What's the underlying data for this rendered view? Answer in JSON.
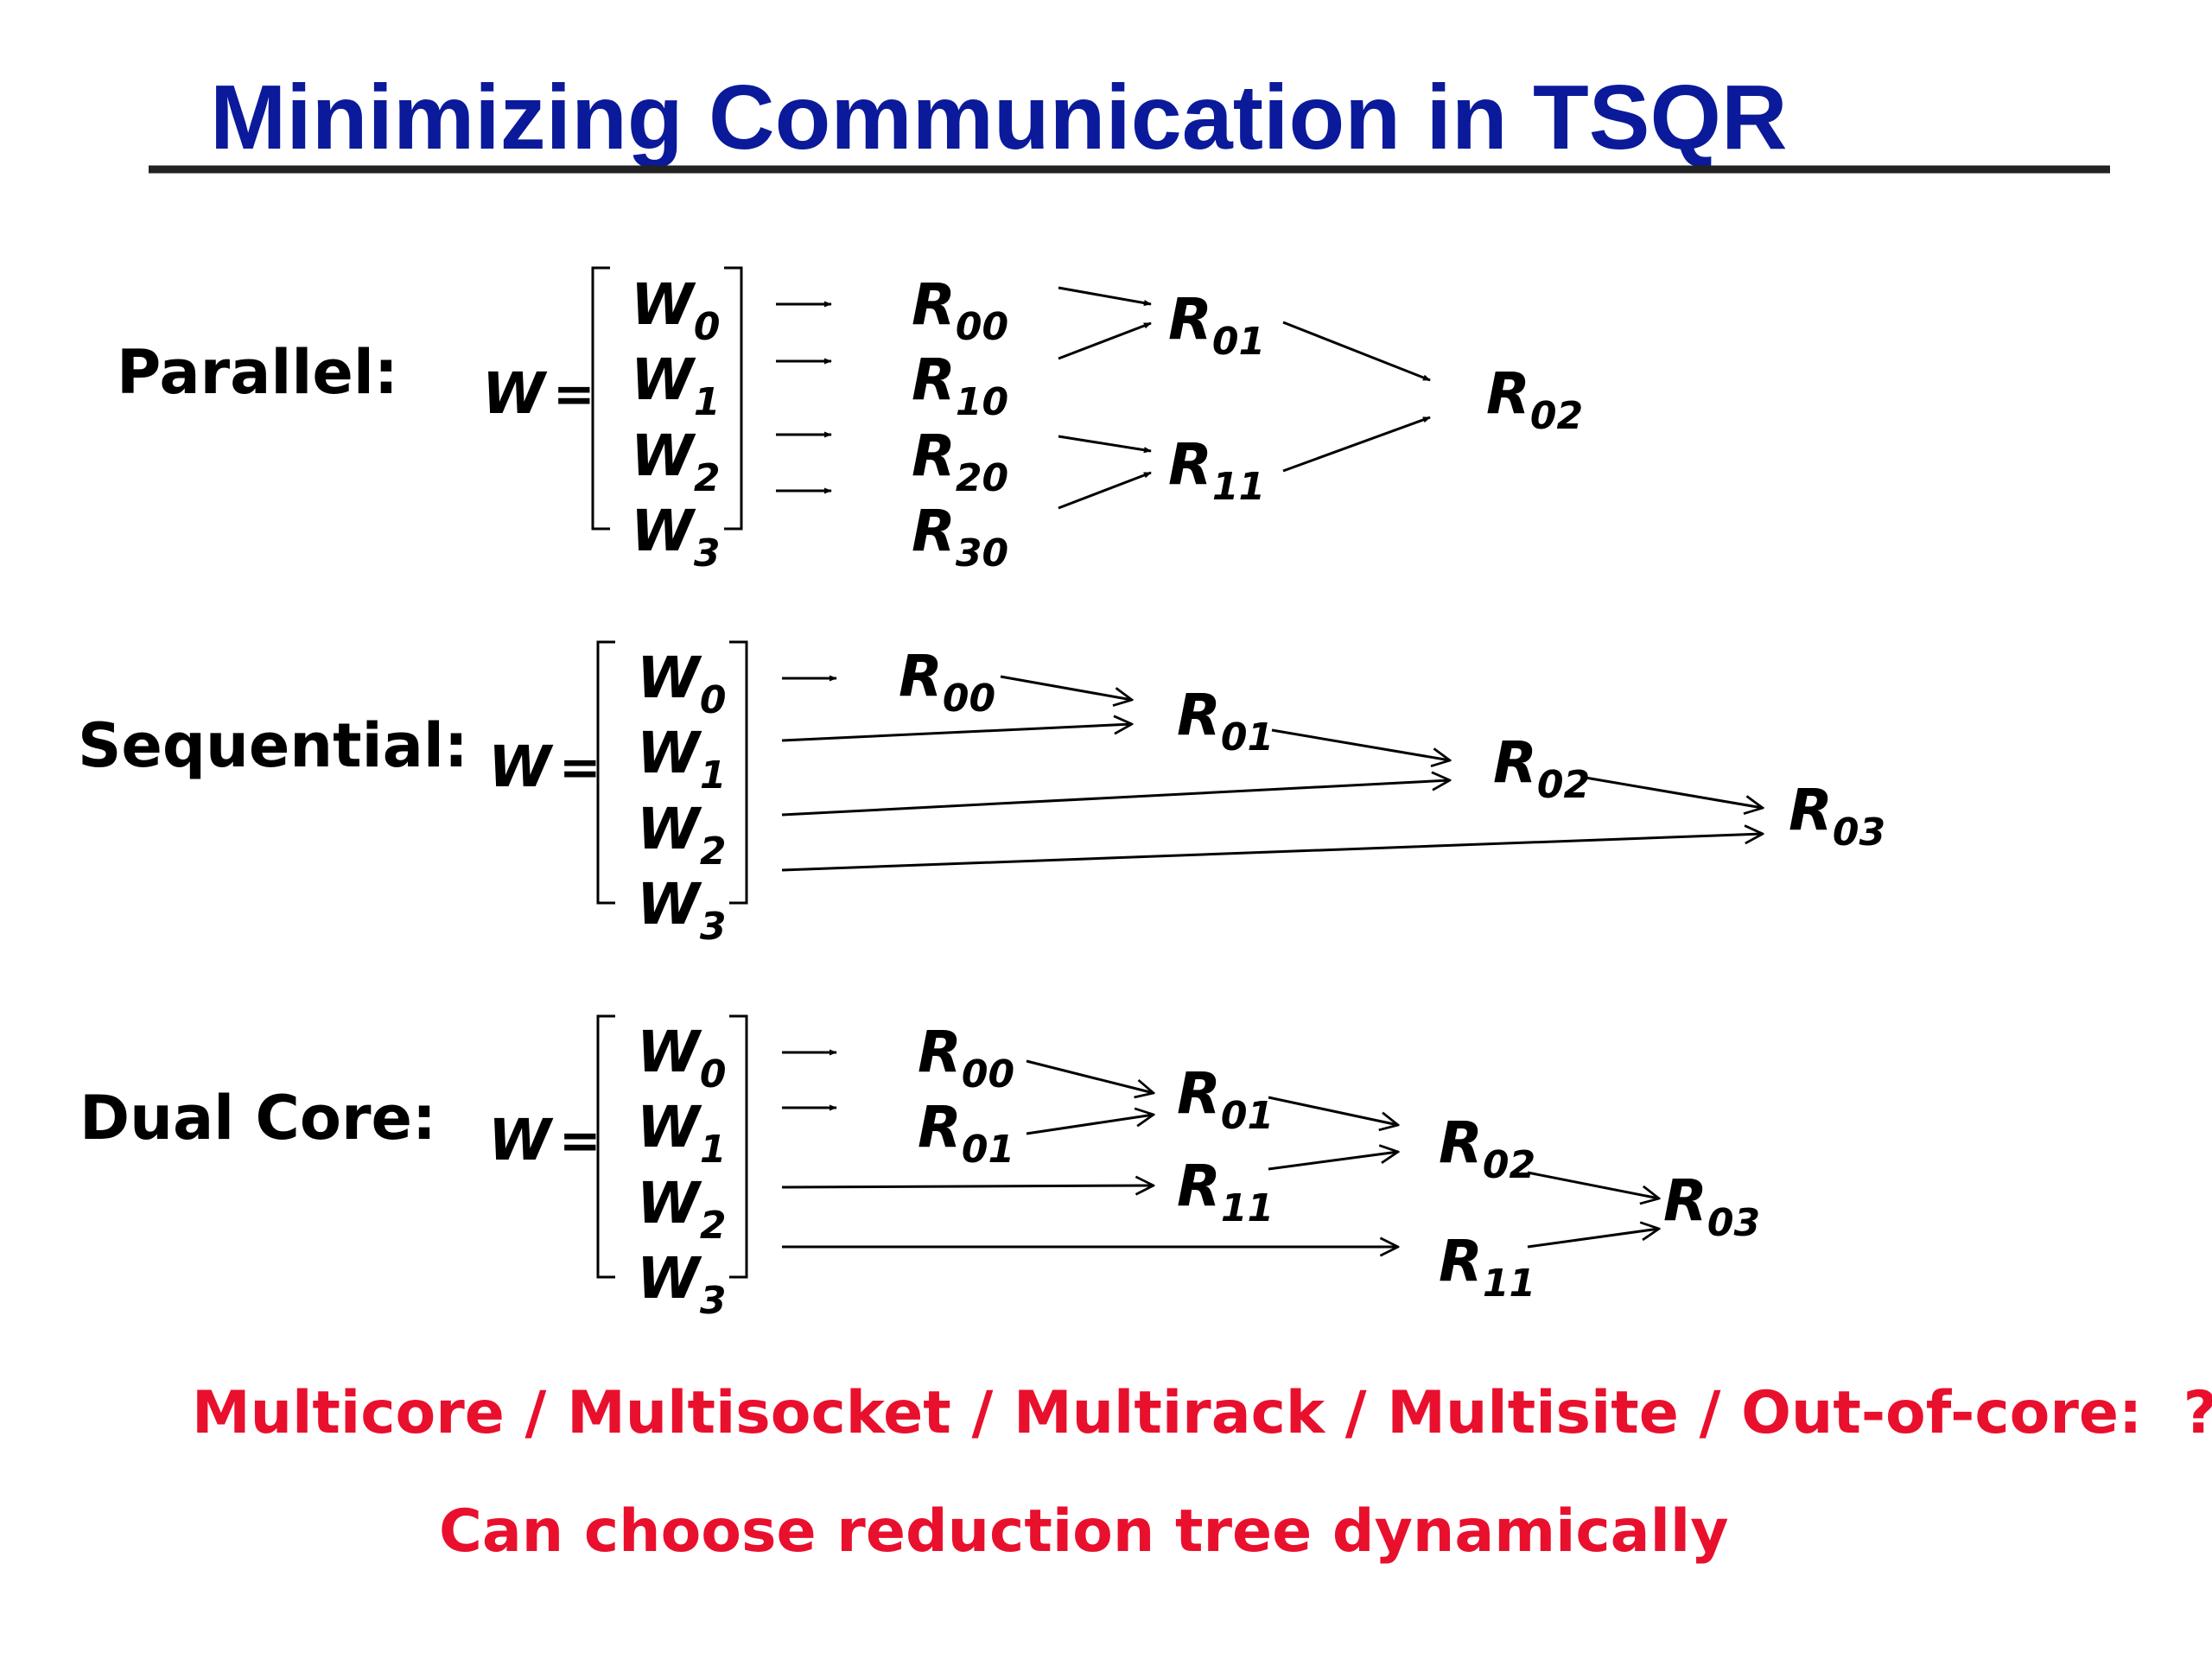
{
  "title": "Minimizing Communication in TSQR",
  "colors": {
    "title": "#0a1a9a",
    "accent_red": "#e8102d",
    "rule": "#222222",
    "ink": "#000000"
  },
  "sections": {
    "parallel": {
      "label": "Parallel:",
      "matrix_name": "W",
      "equals": "=",
      "blocks": [
        {
          "base": "W",
          "sub": "0"
        },
        {
          "base": "W",
          "sub": "1"
        },
        {
          "base": "W",
          "sub": "2"
        },
        {
          "base": "W",
          "sub": "3"
        }
      ],
      "nodes": [
        {
          "base": "R",
          "sub": "00"
        },
        {
          "base": "R",
          "sub": "10"
        },
        {
          "base": "R",
          "sub": "20"
        },
        {
          "base": "R",
          "sub": "30"
        },
        {
          "base": "R",
          "sub": "01"
        },
        {
          "base": "R",
          "sub": "11"
        },
        {
          "base": "R",
          "sub": "02"
        }
      ]
    },
    "sequential": {
      "label": "Sequential:",
      "matrix_name": "W",
      "equals": "=",
      "blocks": [
        {
          "base": "W",
          "sub": "0"
        },
        {
          "base": "W",
          "sub": "1"
        },
        {
          "base": "W",
          "sub": "2"
        },
        {
          "base": "W",
          "sub": "3"
        }
      ],
      "nodes": [
        {
          "base": "R",
          "sub": "00"
        },
        {
          "base": "R",
          "sub": "01"
        },
        {
          "base": "R",
          "sub": "02"
        },
        {
          "base": "R",
          "sub": "03"
        }
      ]
    },
    "dual_core": {
      "label": "Dual Core:",
      "matrix_name": "W",
      "equals": "=",
      "blocks": [
        {
          "base": "W",
          "sub": "0"
        },
        {
          "base": "W",
          "sub": "1"
        },
        {
          "base": "W",
          "sub": "2"
        },
        {
          "base": "W",
          "sub": "3"
        }
      ],
      "nodes": [
        {
          "base": "R",
          "sub": "00"
        },
        {
          "base": "R",
          "sub": "01"
        },
        {
          "base": "R",
          "sub": "01"
        },
        {
          "base": "R",
          "sub": "11"
        },
        {
          "base": "R",
          "sub": "02"
        },
        {
          "base": "R",
          "sub": "11"
        },
        {
          "base": "R",
          "sub": "03"
        }
      ]
    }
  },
  "footer": {
    "line1": "Multicore / Multisocket / Multirack / Multisite / Out-of-core:  ?",
    "line2": "Can choose reduction tree dynamically"
  }
}
